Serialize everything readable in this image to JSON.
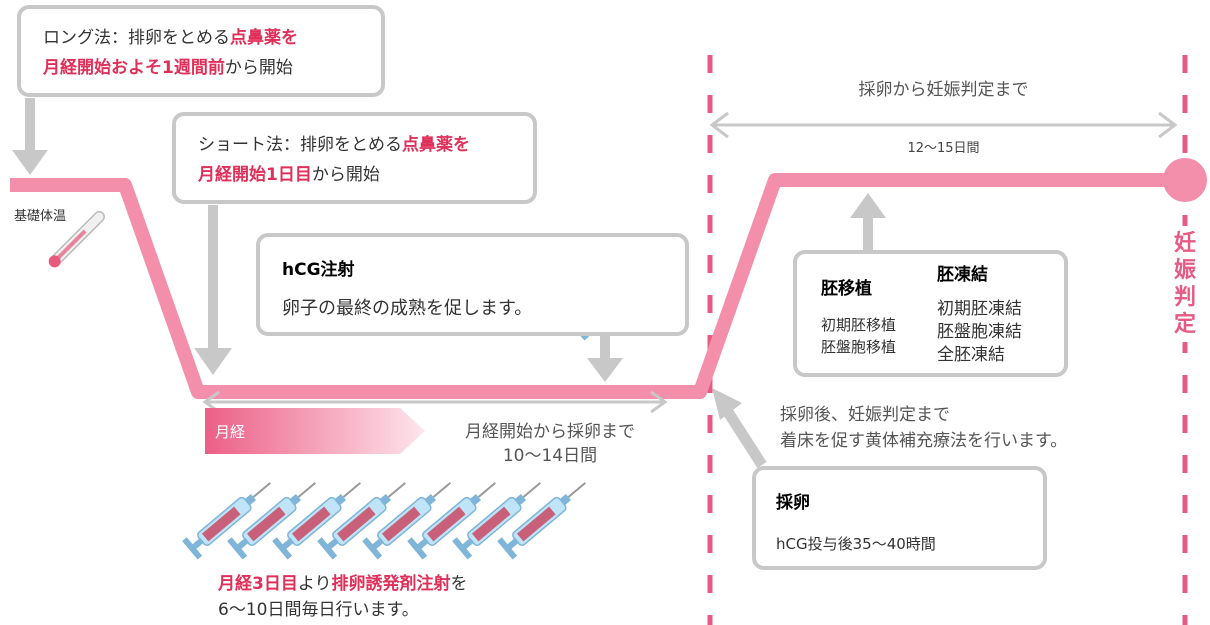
{
  "long_box": {
    "prefix": "ロング法：排卵をとめる",
    "hl1": "点鼻薬を",
    "hl2": "月経開始およそ1週間前",
    "suffix": "から開始"
  },
  "short_box": {
    "prefix": "ショート法：排卵をとめる",
    "hl1": "点鼻薬を",
    "hl2": "月経開始1日目",
    "suffix": "から開始"
  },
  "bbt_label": "基礎体温",
  "hcg_box": {
    "title": "hCG注射",
    "desc": "卵子の最終の成熟を促します。"
  },
  "menses_label": "月経",
  "menses_to_retrieval": {
    "line1": "月経開始から採卵まで",
    "line2": "10〜14日間"
  },
  "stim_note": {
    "hl1": "月経3日目",
    "mid": "より",
    "hl2": "排卵誘発剤注射",
    "suffix": "を",
    "line2": "6〜10日間毎日行います。"
  },
  "retrieval_to_judgement": {
    "label": "採卵から妊娠判定まで",
    "days": "12〜15日間"
  },
  "transfer_box": {
    "transfer_title": "胚移植",
    "transfer_items": [
      "初期胚移植",
      "胚盤胞移植"
    ],
    "freeze_title": "胚凍結",
    "freeze_items": [
      "初期胚凍結",
      "胚盤胞凍結",
      "全胚凍結"
    ]
  },
  "luteal_note": {
    "line1": "採卵後、妊娠判定まで",
    "line2": "着床を促す黄体補充療法を行います。"
  },
  "retrieval_box": {
    "title": "採卵",
    "desc": "hCG投与後35〜40時間"
  },
  "judgement_label": [
    "妊",
    "娠",
    "判",
    "定"
  ],
  "colors": {
    "pink": "#f48fab",
    "accent": "#e0305a",
    "gray": "#c8c8c8",
    "dash": "#e65b84"
  }
}
